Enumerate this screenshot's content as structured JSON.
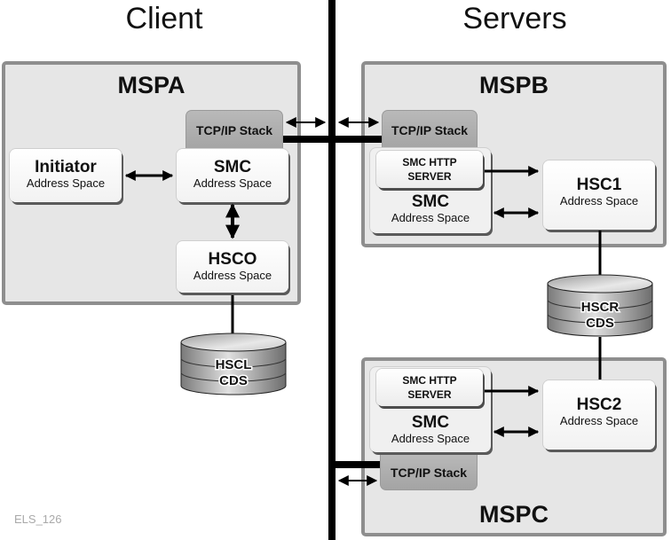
{
  "headings": {
    "client": "Client",
    "servers": "Servers"
  },
  "mspa": {
    "title": "MSPA",
    "tcp": "TCP/IP Stack",
    "initiator": {
      "title": "Initiator",
      "sub": "Address Space"
    },
    "smc": {
      "title": "SMC",
      "sub": "Address Space"
    },
    "hsco": {
      "title": "HSCO",
      "sub": "Address Space"
    }
  },
  "hscl_cds": {
    "line1": "HSCL",
    "line2": "CDS"
  },
  "mspb": {
    "title": "MSPB",
    "tcp": "TCP/IP Stack",
    "http_line1": "SMC HTTP",
    "http_line2": "SERVER",
    "smc": {
      "title": "SMC",
      "sub": "Address Space"
    },
    "hsc": {
      "title": "HSC1",
      "sub": "Address Space"
    }
  },
  "hscr_cds": {
    "line1": "HSCR",
    "line2": "CDS"
  },
  "mspc": {
    "title": "MSPC",
    "tcp": "TCP/IP Stack",
    "http_line1": "SMC HTTP",
    "http_line2": "SERVER",
    "smc": {
      "title": "SMC",
      "sub": "Address Space"
    },
    "hsc": {
      "title": "HSC2",
      "sub": "Address Space"
    }
  },
  "caption": "ELS_126"
}
